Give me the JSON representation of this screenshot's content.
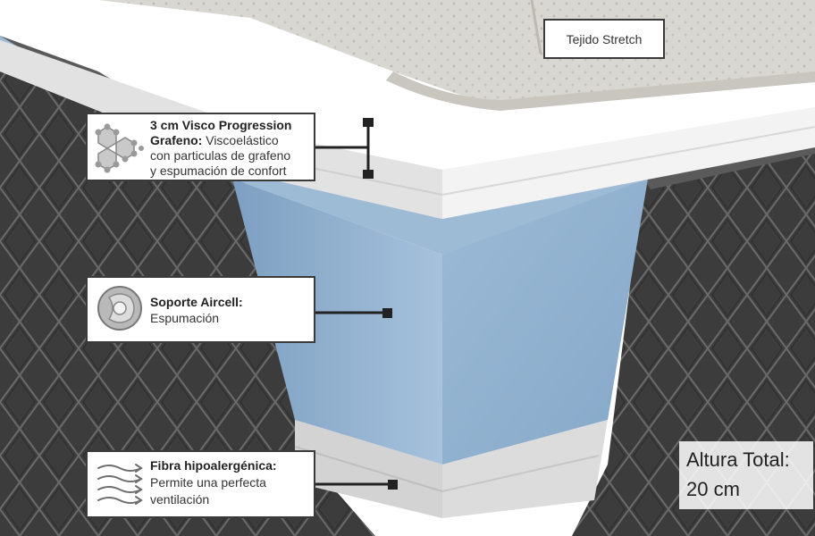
{
  "labels": {
    "stretch": "Tejido Stretch",
    "visco_title": "3 cm Visco Progression",
    "visco_title2": "Grafeno:",
    "visco_desc1": " Viscoelástico",
    "visco_desc2": "con particulas de grafeno",
    "visco_desc3": "y espumación de confort",
    "aircell_title": "Soporte Aircell:",
    "aircell_desc": "Espumación",
    "fibra_title": "Fibra hipoalergénica:",
    "fibra_desc1": "Permite una perfecta",
    "fibra_desc2": " ventilación"
  },
  "total": {
    "label": "Altura Total:",
    "value": "20 cm"
  },
  "colors": {
    "blue_foam": "#8fb0cf",
    "blue_foam_dark": "#6f94b8",
    "side_fabric": "#4a4a4a",
    "top_quilt": "#d6d4cf",
    "white_layer": "#e9e9e9"
  },
  "icons": [
    "graphene-molecule-icon",
    "aircell-foam-icon",
    "airflow-icon"
  ]
}
